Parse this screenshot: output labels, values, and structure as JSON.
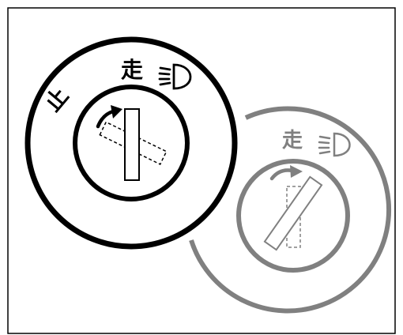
{
  "figure": {
    "colors": {
      "border": "#000000",
      "primary": "#000000",
      "secondary": "#808080",
      "background": "#ffffff"
    },
    "left_switch": {
      "label_stop": "止",
      "label_run": "走",
      "icon": "headlight-icon",
      "state": "stop"
    },
    "right_switch": {
      "label_run": "走",
      "icon": "headlight-icon",
      "state": "run"
    }
  }
}
